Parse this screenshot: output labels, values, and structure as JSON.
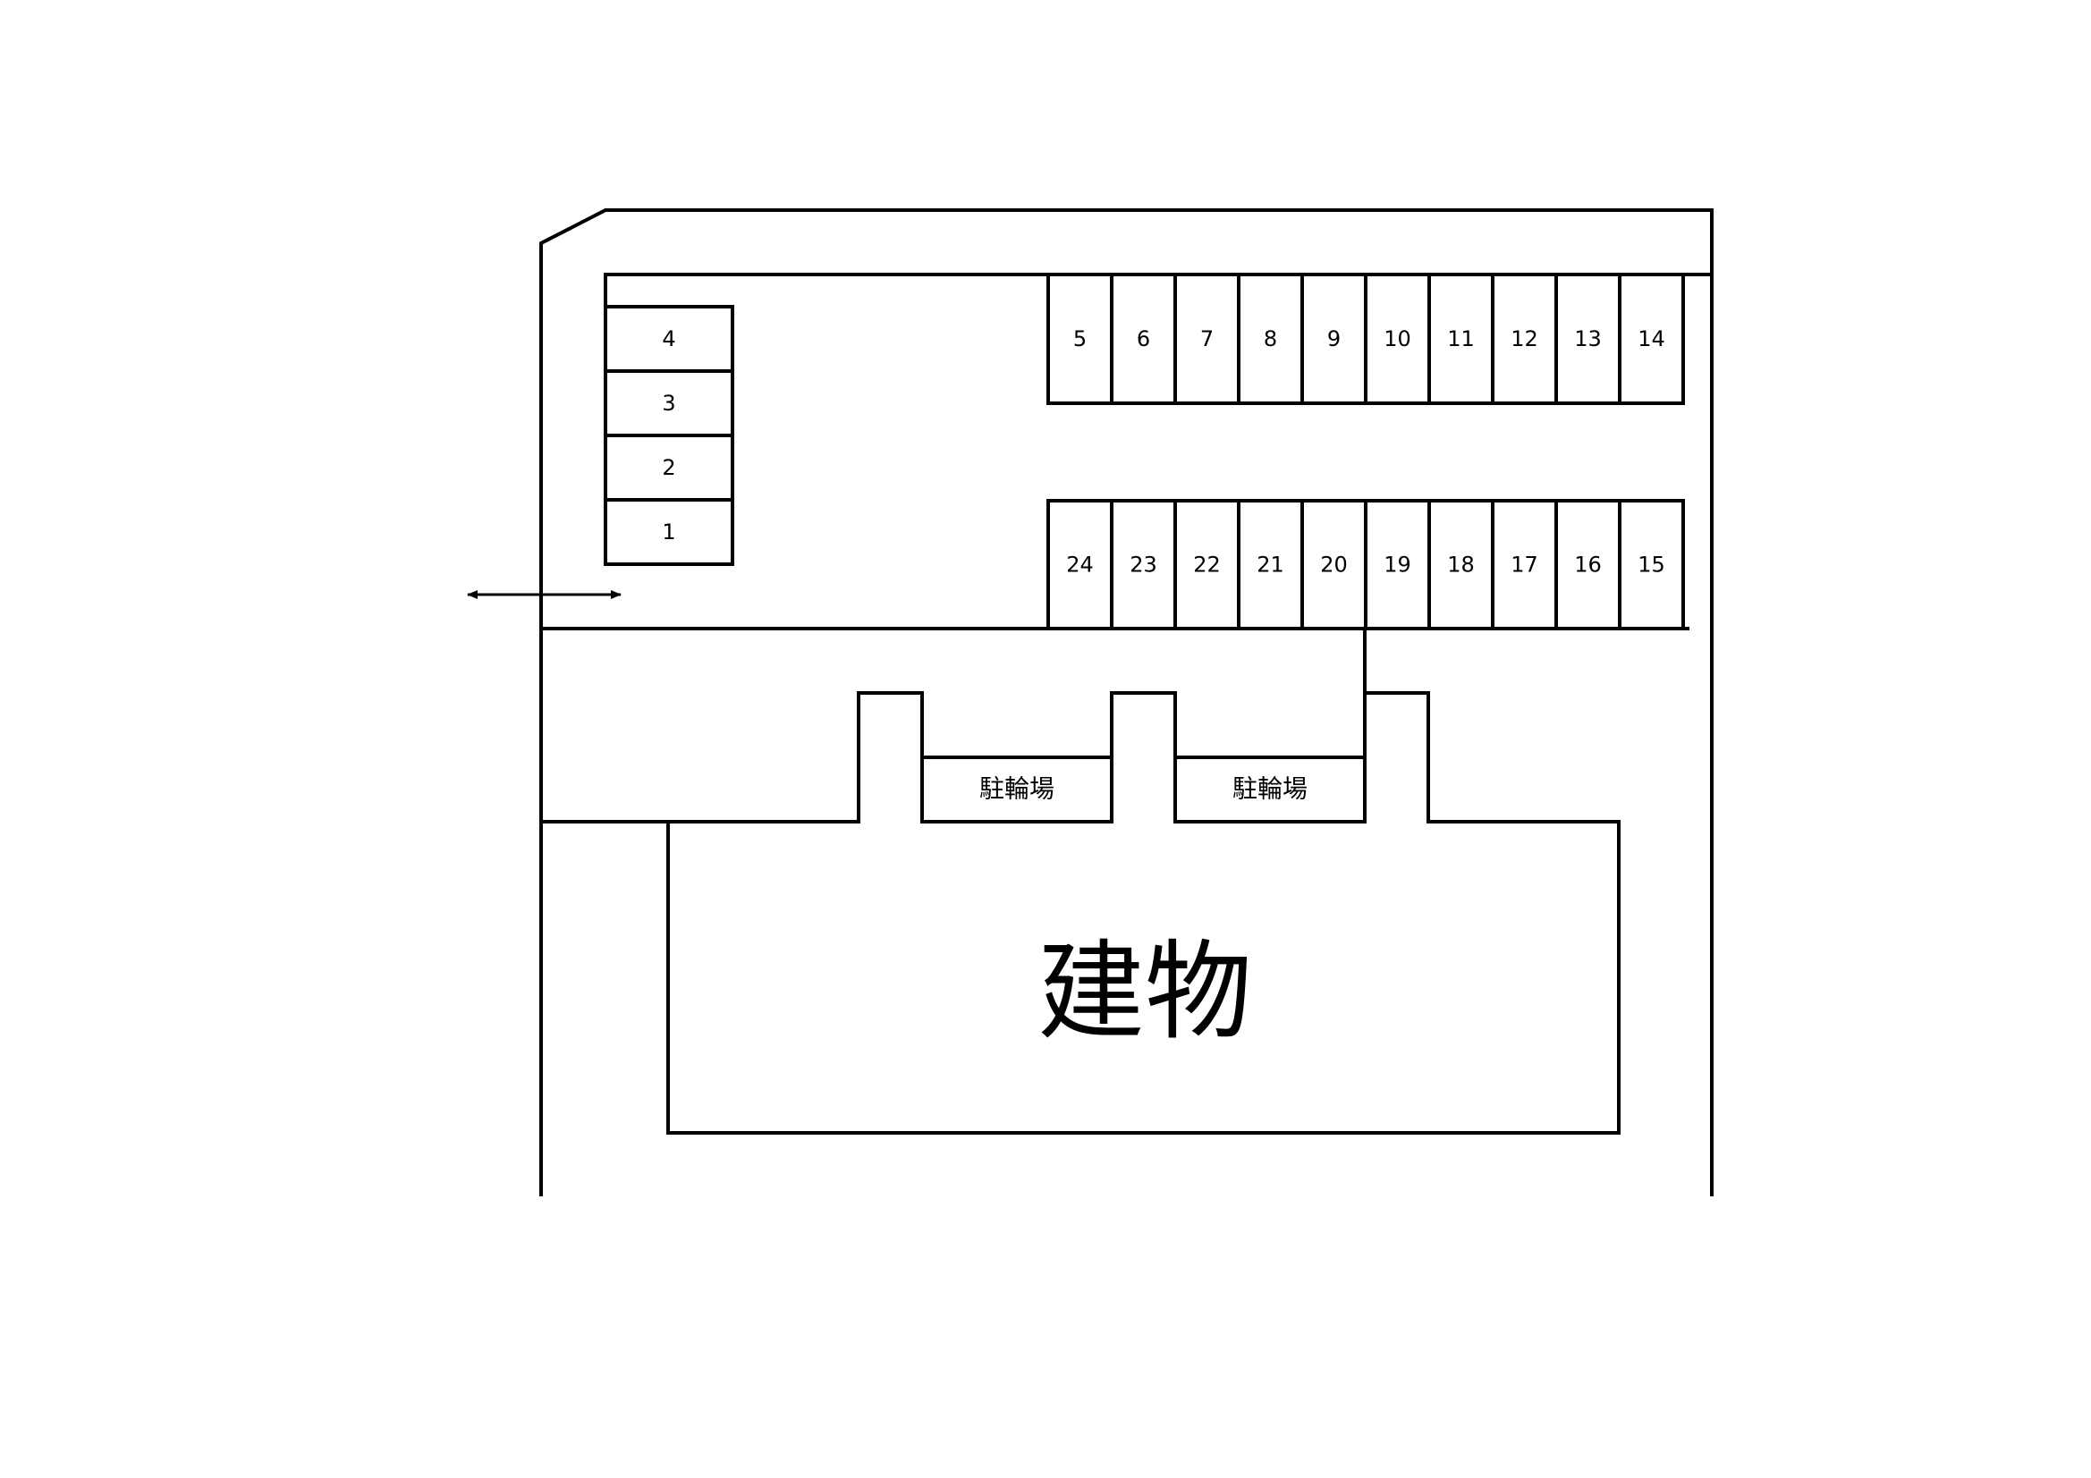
{
  "colors": {
    "line": "#000000",
    "background": "#ffffff"
  },
  "parking_left_column": [
    "4",
    "3",
    "2",
    "1"
  ],
  "parking_top_row": [
    "5",
    "6",
    "7",
    "8",
    "9",
    "10",
    "11",
    "12",
    "13",
    "14"
  ],
  "parking_bottom_row": [
    "24",
    "23",
    "22",
    "21",
    "20",
    "19",
    "18",
    "17",
    "16",
    "15"
  ],
  "bicycle_parking": {
    "left_label": "駐輪場",
    "right_label": "駐輪場"
  },
  "building": {
    "label": "建物"
  },
  "entrance_arrow": {
    "icon": "double-arrow-icon"
  }
}
